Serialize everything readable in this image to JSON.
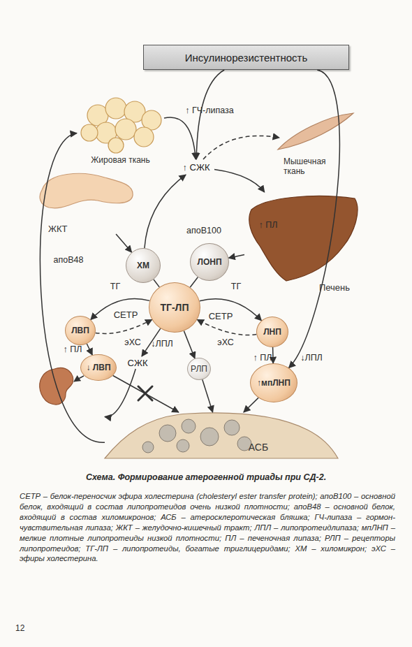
{
  "diagram": {
    "caption": "Схема. Формирование атерогенной триады при СД-2.",
    "nodes": [
      {
        "text": [
          "Инсулинорезистентность"
        ]
      },
      {
        "text": [
          "Жировая ткань"
        ]
      },
      {
        "text": [
          "Мышечная ткань"
        ]
      },
      {
        "text": [
          "↑ СЖК"
        ]
      },
      {
        "text": [
          "ЖКТ"
        ]
      },
      {
        "text": [
          "Печень"
        ]
      },
      {
        "text": [
          "ХМ"
        ]
      },
      {
        "text": [
          "ЛОНП"
        ]
      },
      {
        "text": [
          "ТГ-ЛП"
        ]
      },
      {
        "text": [
          "ЛВП"
        ]
      },
      {
        "text": [
          "ЛНП"
        ]
      },
      {
        "text": [
          "↓ ЛВП"
        ]
      },
      {
        "text": [
          "СЖК"
        ]
      },
      {
        "text": [
          "РЛП"
        ]
      },
      {
        "text": [
          "↑мпЛНП"
        ]
      },
      {
        "text": [
          "АСБ"
        ]
      }
    ],
    "edges": [
      {
        "from": 0,
        "to": 3,
        "arrow": "to"
      },
      {
        "from": 1,
        "to": 3,
        "label": "↑ ГЧ-липаза",
        "arrow": "to"
      },
      {
        "from": 3,
        "to": 2,
        "arrow": "to"
      },
      {
        "from": 3,
        "to": 5,
        "label": "↑ ПЛ",
        "arrow": "to"
      },
      {
        "from": 6,
        "to": 3,
        "arrow": "to"
      },
      {
        "from": 4,
        "to": 6,
        "label": "апоВ48",
        "arrow": "to"
      },
      {
        "from": 5,
        "to": 7,
        "label": "апоВ100",
        "arrow": "to"
      },
      {
        "from": 6,
        "to": 8,
        "arrow": "none"
      },
      {
        "from": 7,
        "to": 8,
        "arrow": "none"
      },
      {
        "from": 8,
        "to": 9,
        "label": "ТГ",
        "arrow": "to"
      },
      {
        "from": 9,
        "to": 8,
        "label": "эХС",
        "arrow": "to"
      },
      {
        "from": 8,
        "to": 10,
        "label": "ТГ",
        "arrow": "to"
      },
      {
        "from": 10,
        "to": 8,
        "label": "эХС",
        "arrow": "to"
      },
      {
        "from": 8,
        "to": 12,
        "label": "↓ЛПЛ",
        "arrow": "to"
      },
      {
        "from": 8,
        "to": 13,
        "arrow": "to"
      },
      {
        "from": 9,
        "to": 11,
        "label": "↑ ПЛ",
        "arrow": "to"
      },
      {
        "from": 10,
        "to": 14,
        "label": "↑ ПЛ",
        "arrow": "to"
      },
      {
        "from": 0,
        "to": 14,
        "label": "↓ЛПЛ",
        "arrow": "to"
      },
      {
        "from": 11,
        "to": 15,
        "arrow": "to"
      },
      {
        "from": 13,
        "to": 15,
        "arrow": "to"
      },
      {
        "from": 14,
        "to": 15,
        "arrow": "to"
      },
      {
        "from": 12,
        "to": 15,
        "arrow": "to"
      },
      {
        "from": 15,
        "to": 1,
        "arrow": "to"
      }
    ],
    "labels": [
      "СЕТР",
      "СЕТР",
      "СЕТР – белок-переносчик эфира холестерина (cholesteryl ester transfer protein); апоВ100 – основной белок, входящий в состав липопротеидов очень низкой плотности; апоВ48 – основной белок, входящий в состав хиломикронов; АСБ – атеросклеротическая бляшка; ГЧ-липаза – гормон-чувствительная липаза; ЖКТ – желудочно-кишечный тракт; ЛПЛ – липопротеидлипаза; мпЛНП – мелкие плотные липопротеиды низкой плотности; ПЛ – печеночная липаза; РЛП – рецепторы липопротеидов; ТГ-ЛП – липопротеиды, богатые триглицеридами; ХМ – хиломикрон; эХС – эфиры холестерина.",
      "12"
    ]
  }
}
